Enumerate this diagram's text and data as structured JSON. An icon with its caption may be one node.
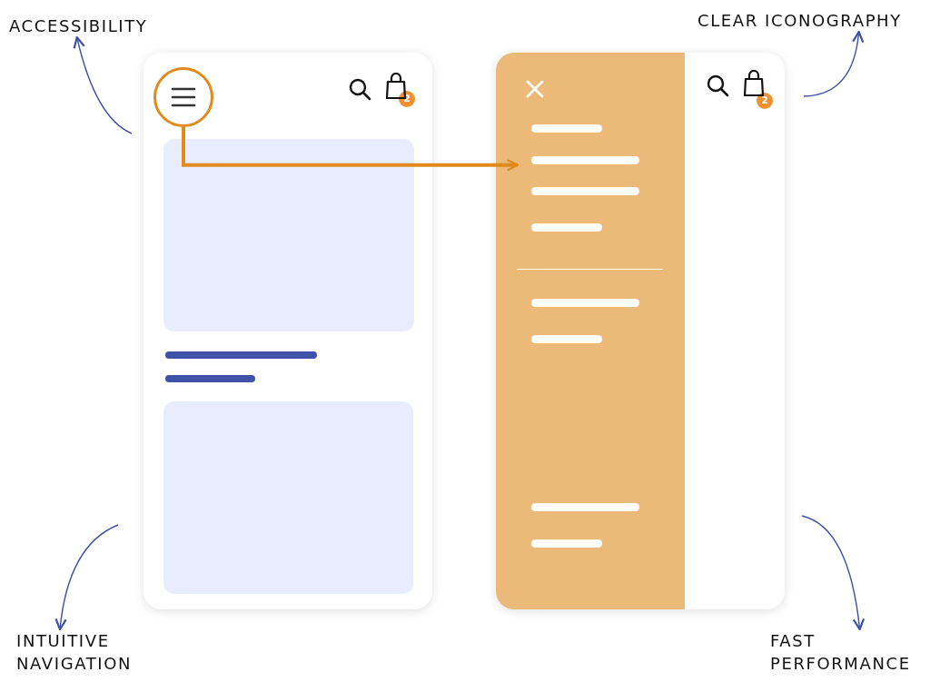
{
  "diagram": {
    "nodes": [
      {
        "text": [
          "ACCESSIBILITY"
        ]
      },
      {
        "text": [
          "CLEAR ICONOGRAPHY"
        ]
      },
      {
        "text": [],
        "shape": "box"
      },
      {
        "text": [],
        "shape": "circle",
        "in": 2
      },
      {
        "text": [
          "2"
        ],
        "in": 2
      },
      {
        "text": [],
        "shape": "box"
      },
      {
        "text": [],
        "shape": "box",
        "in": 5
      },
      {
        "text": [
          "2"
        ],
        "in": 5
      },
      {
        "text": [
          "INTUITIVE NAVIGATION"
        ]
      },
      {
        "text": [
          "FAST PERFORMANCE"
        ]
      }
    ],
    "edges": [
      {
        "from": null,
        "to": 0,
        "arrow": "to"
      },
      {
        "from": null,
        "to": 1,
        "arrow": "to"
      },
      {
        "from": 3,
        "to": 6,
        "arrow": "to",
        "style": "thick",
        "color": "#df8a1a"
      },
      {
        "from": null,
        "to": 8,
        "arrow": "to"
      },
      {
        "from": null,
        "to": 9,
        "arrow": "to"
      }
    ]
  }
}
